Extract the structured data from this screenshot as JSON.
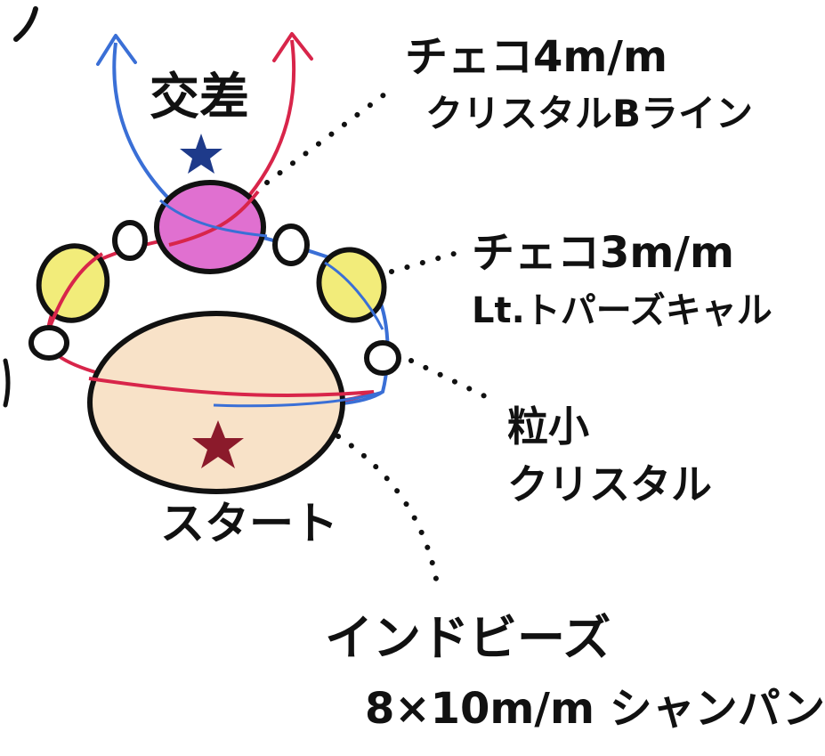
{
  "labels": {
    "crossing": "交差",
    "start": "スタート",
    "top_bead_line1": "チェコ4m/m",
    "top_bead_line2": "クリスタルBライン",
    "mid_bead_line1": "チェコ3m/m",
    "mid_bead_line2": "Lt.トパーズキャル",
    "small_bead_line1": "粒小",
    "small_bead_line2": "クリスタル",
    "base_bead_line1": "インドビーズ",
    "base_bead_line2": "8×10m/m シャンパン"
  },
  "colors": {
    "outline": "#111111",
    "thread_red": "#d8254a",
    "thread_blue": "#3a6fd6",
    "top_bead": "#e070d0",
    "mid_bead": "#f2ec7a",
    "base_bead": "#f8e2c8",
    "small_bead": "#ffffff",
    "star_top": "#1e3a8a",
    "star_base": "#8b1a2b"
  },
  "icons": [
    "star-icon",
    "arrow-up-icon"
  ]
}
